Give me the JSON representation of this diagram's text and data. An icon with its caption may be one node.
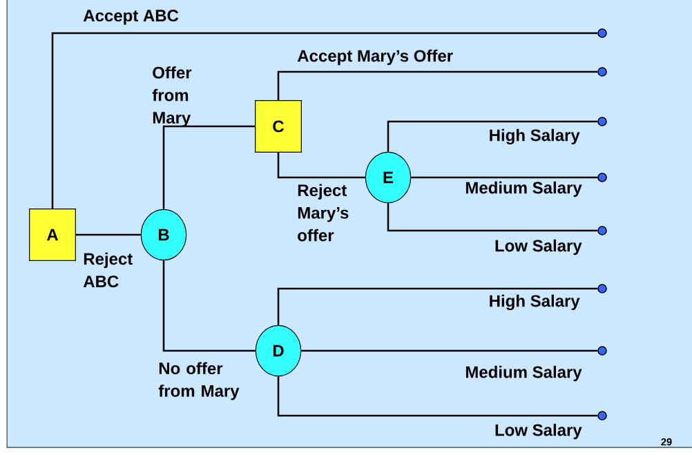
{
  "diagram": {
    "nodes": [
      {
        "text": [
          "A"
        ]
      },
      {
        "text": [
          "B"
        ]
      },
      {
        "text": [
          "C"
        ]
      },
      {
        "text": [
          "E"
        ]
      },
      {
        "text": [
          "D"
        ]
      },
      {
        "text": [],
        "shape": "circle"
      },
      {
        "text": [],
        "shape": "circle"
      },
      {
        "text": [],
        "shape": "circle"
      },
      {
        "text": [],
        "shape": "circle"
      },
      {
        "text": [],
        "shape": "circle"
      },
      {
        "text": [],
        "shape": "circle"
      },
      {
        "text": [],
        "shape": "circle"
      },
      {
        "text": [],
        "shape": "circle"
      }
    ],
    "edges": [
      {
        "from": 0,
        "to": 5,
        "arrow": "none",
        "label": "Accept ABC"
      },
      {
        "from": 0,
        "to": 1,
        "arrow": "none",
        "label": "Reject ABC"
      },
      {
        "from": 1,
        "to": 2,
        "arrow": "none",
        "label": "Offer from Mary"
      },
      {
        "from": 1,
        "to": 4,
        "arrow": "none",
        "label": "No offer from Mary"
      },
      {
        "from": 2,
        "to": 6,
        "arrow": "none",
        "label": "Accept Mary’s Offer"
      },
      {
        "from": 2,
        "to": 3,
        "arrow": "none",
        "label": "Reject Mary’s offer"
      },
      {
        "from": 3,
        "to": 7,
        "arrow": "none",
        "label": "High Salary"
      },
      {
        "from": 3,
        "to": 8,
        "arrow": "none",
        "label": "Medium Salary"
      },
      {
        "from": 3,
        "to": 9,
        "arrow": "none",
        "label": "Low Salary"
      },
      {
        "from": 4,
        "to": 10,
        "arrow": "none",
        "label": "High Salary"
      },
      {
        "from": 4,
        "to": 11,
        "arrow": "none",
        "label": "Medium Salary"
      },
      {
        "from": 4,
        "to": 12,
        "arrow": "none",
        "label": "Low Salary"
      }
    ],
    "labels": [
      "29"
    ]
  }
}
